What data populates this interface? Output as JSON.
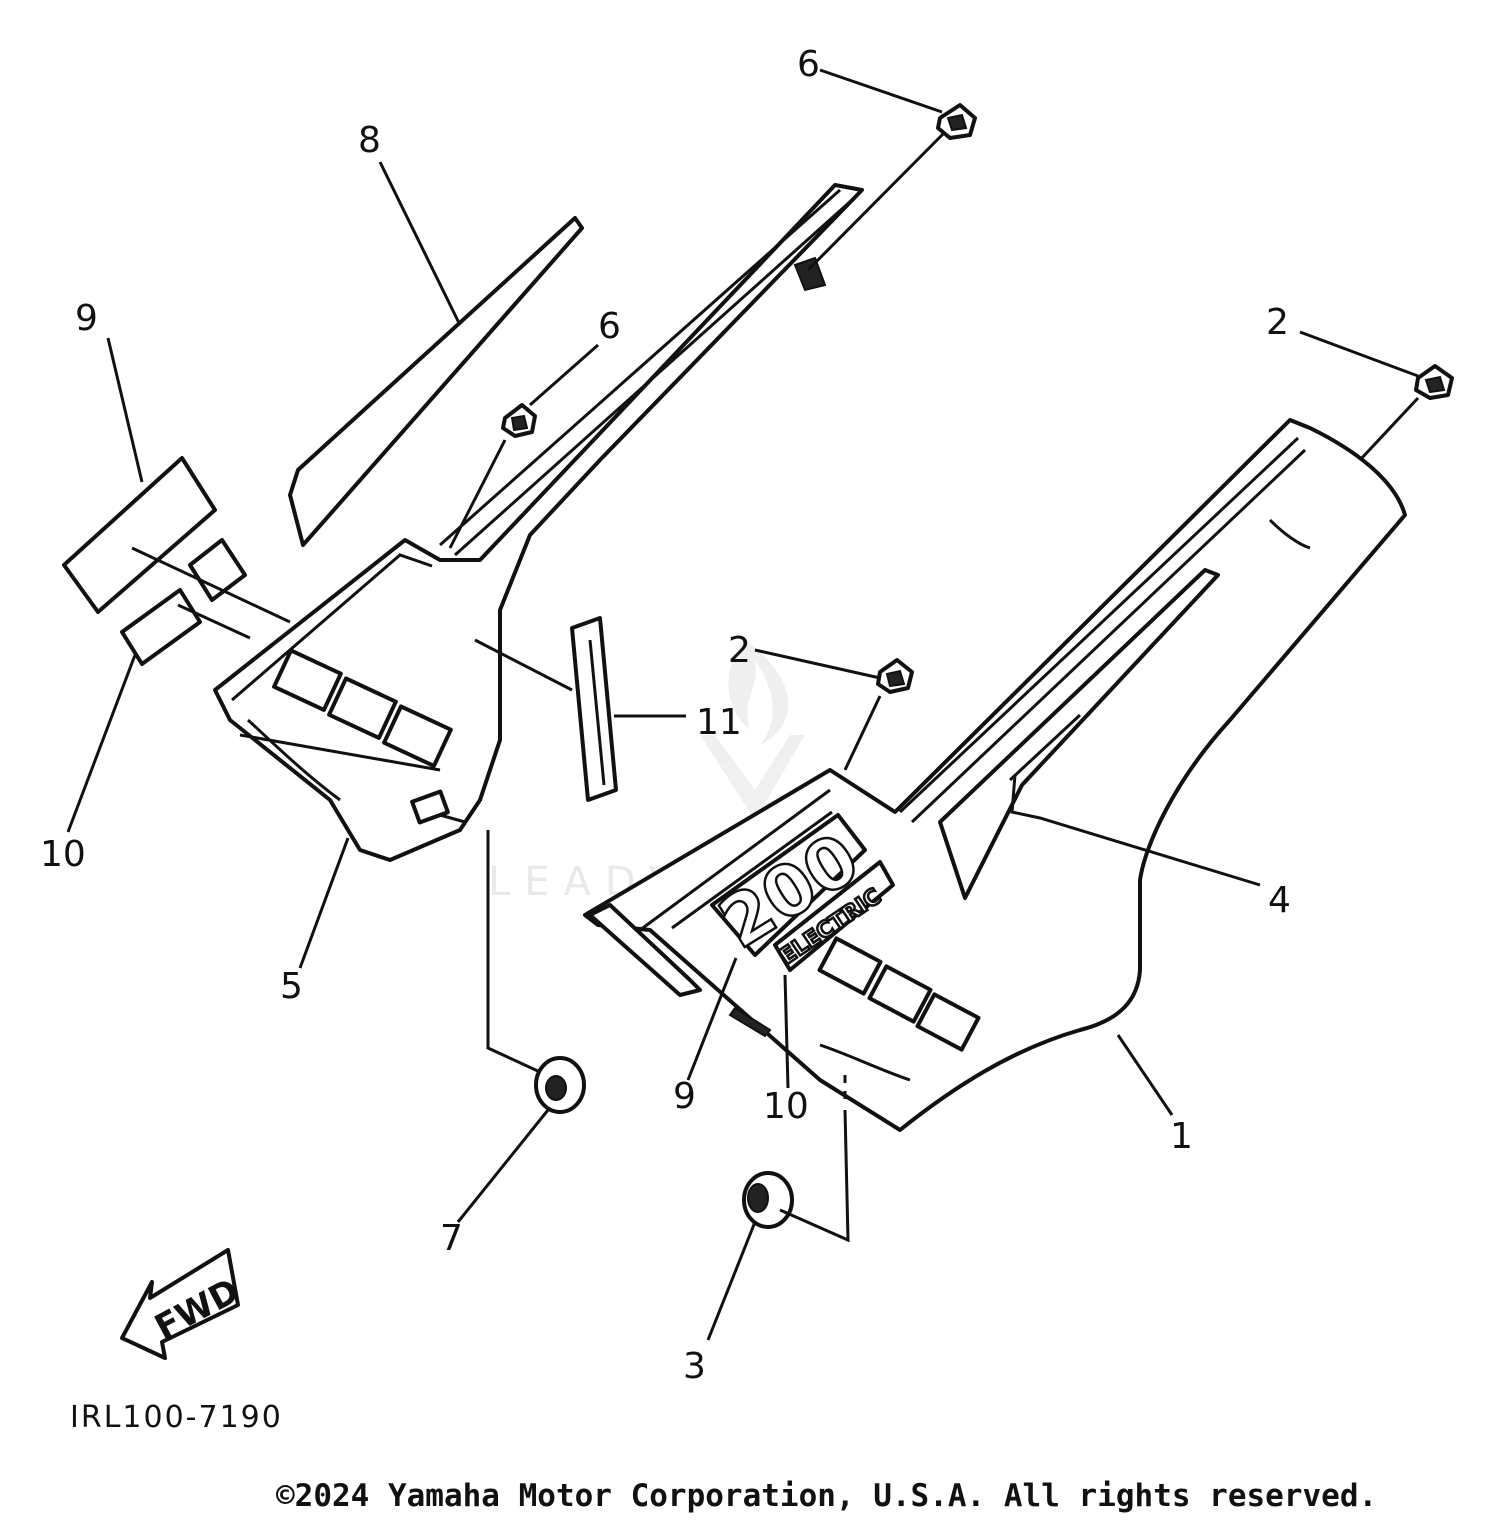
{
  "diagram": {
    "drawing_code": "IRL100-7190",
    "copyright": "©2024 Yamaha Motor Corporation, U.S.A. All rights reserved.",
    "watermark": "LEADVENTURE",
    "direction_arrow": "FWD",
    "emblem_number": "200",
    "emblem_word": "ELECTRIC",
    "callouts": [
      "1",
      "2",
      "2",
      "3",
      "4",
      "5",
      "6",
      "6",
      "7",
      "8",
      "9",
      "9",
      "10",
      "10",
      "11"
    ]
  }
}
